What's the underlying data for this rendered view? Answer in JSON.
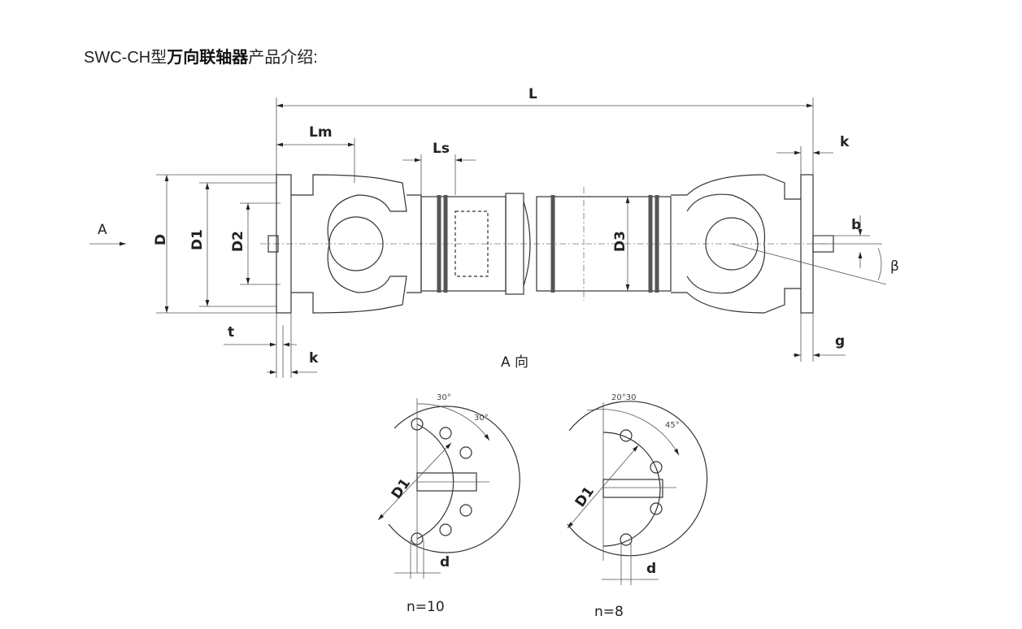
{
  "heading": {
    "prefix": "SWC-CH型",
    "bold": "万向联轴器",
    "suffix": "产品介绍:"
  },
  "drawing": {
    "labels": {
      "L": "L",
      "Lm": "Lm",
      "Ls": "Ls",
      "k_top": "k",
      "A": "A",
      "D": "D",
      "D1": "D1",
      "D2": "D2",
      "D3": "D3",
      "b": "b",
      "beta": "β",
      "t": "t",
      "k_bottom": "k",
      "g": "g",
      "view_a": "A 向"
    },
    "flange_n10": {
      "angle1": "30°",
      "angle2": "30°",
      "D1": "D1",
      "d": "d",
      "caption": "n=10"
    },
    "flange_n8": {
      "angle1": "20°30",
      "angle2": "45°",
      "D1": "D1",
      "d": "d",
      "caption": "n=8"
    }
  }
}
